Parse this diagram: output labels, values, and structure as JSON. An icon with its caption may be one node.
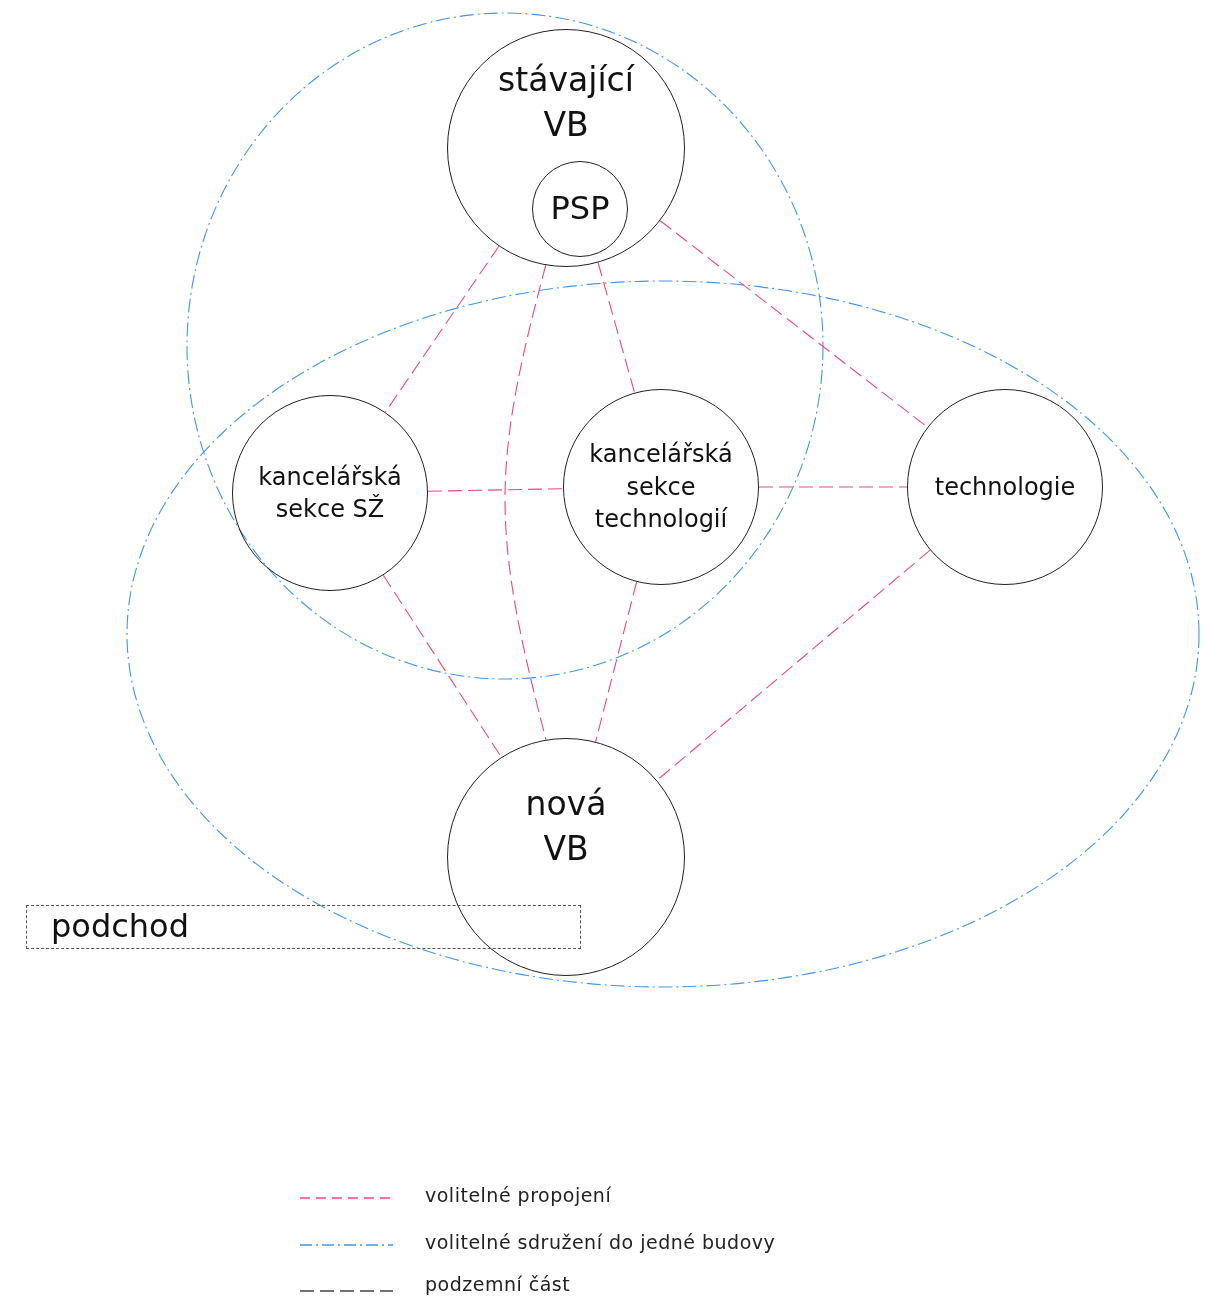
{
  "diagram": {
    "nodes": [
      {
        "text": [
          "stávající VB"
        ]
      },
      {
        "text": [
          "PSP"
        ],
        "in": 0
      },
      {
        "text": [
          "kancelářská sekce SŽ"
        ]
      },
      {
        "text": [
          "kancelářská sekce technologií"
        ]
      },
      {
        "text": [
          "technologie"
        ]
      },
      {
        "text": [
          "nová VB"
        ]
      },
      {
        "text": [
          "podchod"
        ]
      }
    ],
    "edges": [
      {
        "from": 0,
        "to": 2,
        "arrow": "none",
        "style": "dashed"
      },
      {
        "from": 0,
        "to": 5,
        "arrow": "none",
        "style": "dashed"
      },
      {
        "from": 0,
        "to": 3,
        "arrow": "none",
        "style": "dashed"
      },
      {
        "from": 0,
        "to": 4,
        "arrow": "none",
        "style": "dashed"
      },
      {
        "from": 2,
        "to": 3,
        "arrow": "none",
        "style": "dashed"
      },
      {
        "from": 3,
        "to": 4,
        "arrow": "none",
        "style": "dashed"
      },
      {
        "from": 2,
        "to": 5,
        "arrow": "none",
        "style": "dashed"
      },
      {
        "from": 3,
        "to": 5,
        "arrow": "none",
        "style": "dashed"
      },
      {
        "from": 4,
        "to": 5,
        "arrow": "none",
        "style": "dashed"
      }
    ],
    "legend": [
      {
        "text": "volitelné propojení"
      },
      {
        "text": "volitelné sdružení do jedné budovy"
      },
      {
        "text": "podzemní část"
      }
    ]
  }
}
